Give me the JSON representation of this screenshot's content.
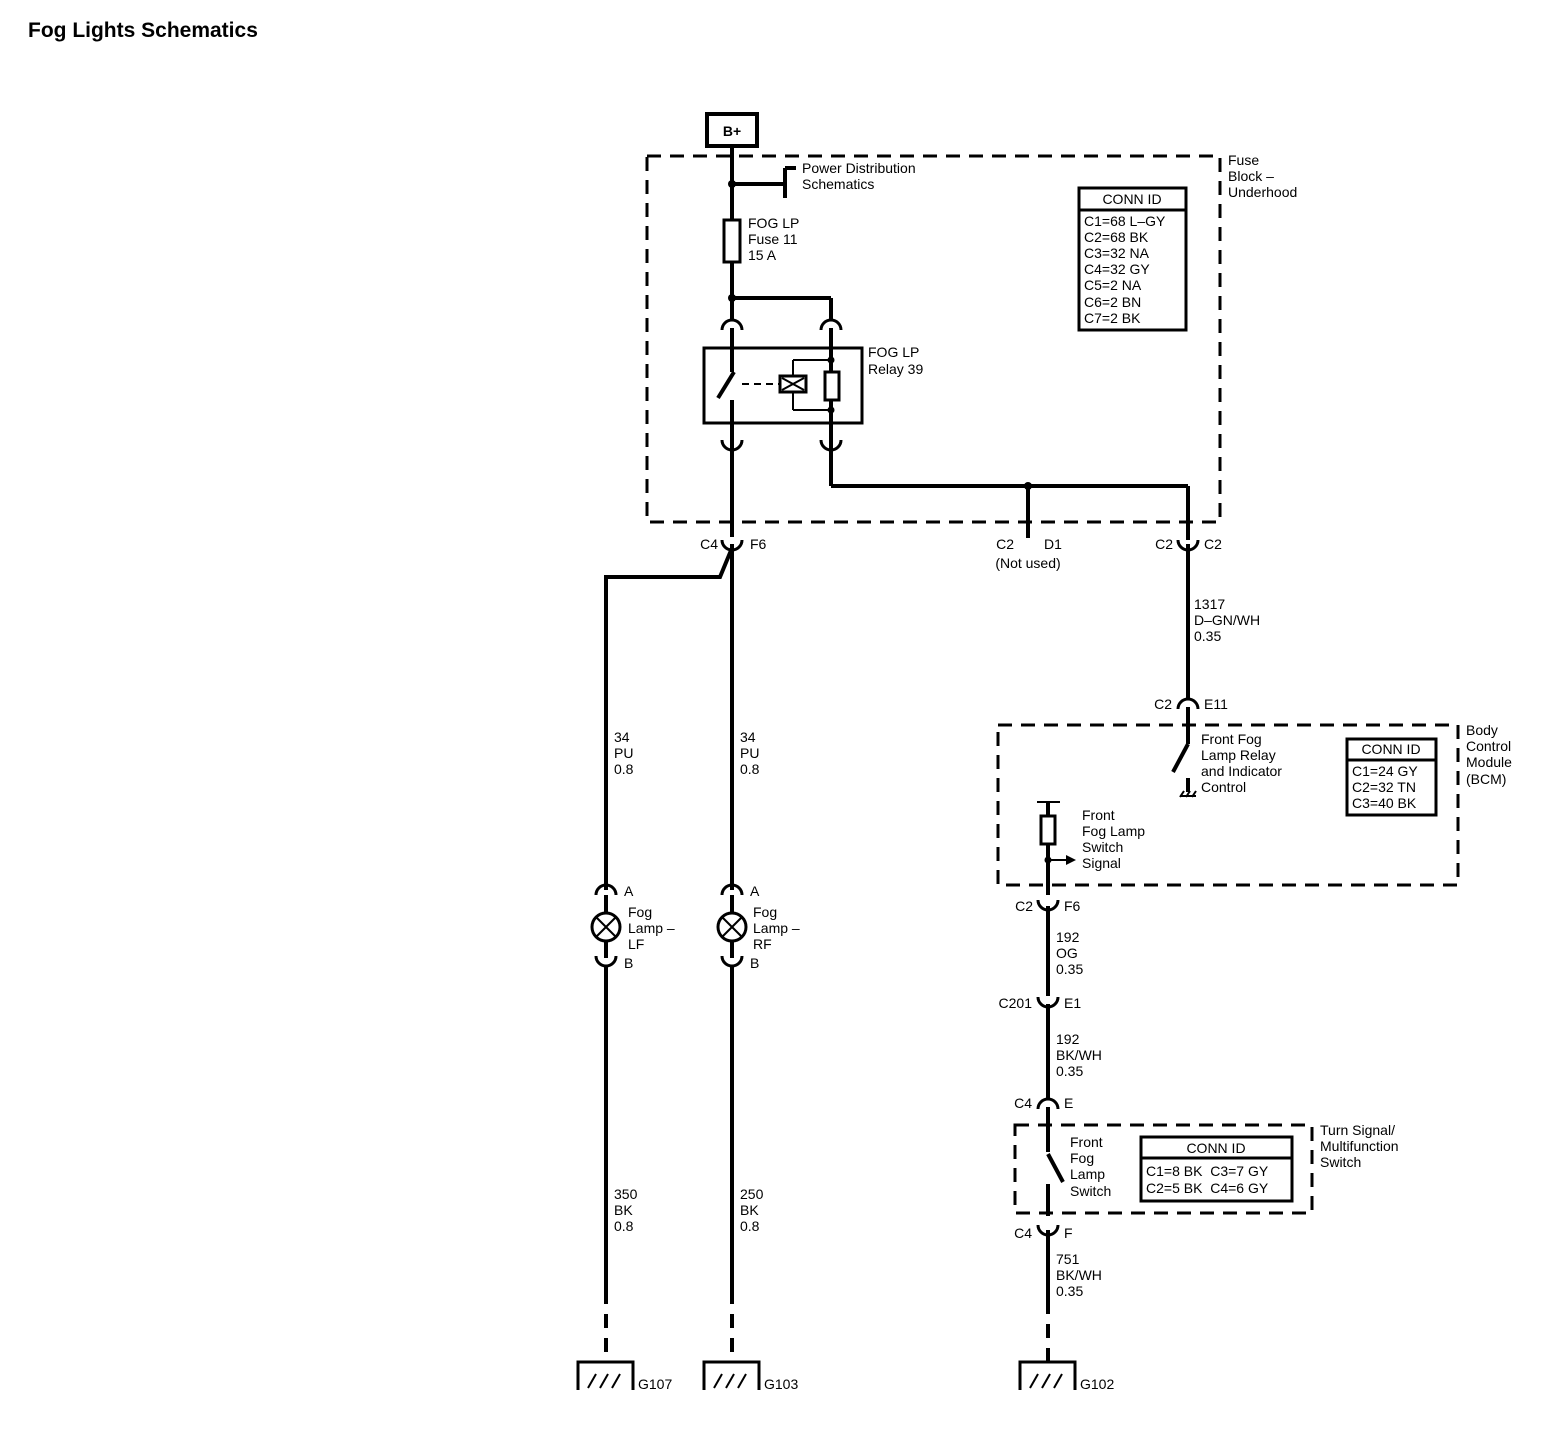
{
  "title": "Fog Lights Schematics",
  "b_plus": "B+",
  "power_distribution": [
    "Power Distribution",
    "Schematics"
  ],
  "fuse_block": {
    "label": [
      "Fuse",
      "Block –",
      "Underhood"
    ],
    "conn_title": "CONN ID",
    "conn_rows": [
      "C1=68 L–GY",
      "C2=68 BK",
      "C3=32 NA",
      "C4=32 GY",
      "C5=2 NA",
      "C6=2 BN",
      "C7=2 BK"
    ]
  },
  "fuse": [
    "FOG LP",
    "Fuse 11",
    "15 A"
  ],
  "relay": [
    "FOG LP",
    "Relay 39"
  ],
  "connectors": {
    "c4_f6_left": "C4",
    "c4_f6_right": "F6",
    "c2_d1_left": "C2",
    "c2_d1_right": "D1",
    "not_used": "(Not used)",
    "c2_c2_left": "C2",
    "c2_c2_right": "C2",
    "c2_e11_left": "C2",
    "c2_e11_right": "E11",
    "c2_f6_left": "C2",
    "c2_f6_right": "F6",
    "c201_left": "C201",
    "c201_right": "E1",
    "c4_e_left": "C4",
    "c4_e_right": "E",
    "c4_f_left": "C4",
    "c4_f_right": "F"
  },
  "wires": {
    "w1317": [
      "1317",
      "D–GN/WH",
      "0.35"
    ],
    "w34_left": [
      "34",
      "PU",
      "0.8"
    ],
    "w34_right": [
      "34",
      "PU",
      "0.8"
    ],
    "w350": [
      "350",
      "BK",
      "0.8"
    ],
    "w250": [
      "250",
      "BK",
      "0.8"
    ],
    "w192_og": [
      "192",
      "OG",
      "0.35"
    ],
    "w192_bk": [
      "192",
      "BK/WH",
      "0.35"
    ],
    "w751": [
      "751",
      "BK/WH",
      "0.35"
    ]
  },
  "bcm": {
    "label": [
      "Body",
      "Control",
      "Module",
      "(BCM)"
    ],
    "conn_title": "CONN ID",
    "conn_rows": [
      "C1=24 GY",
      "C2=32 TN",
      "C3=40 BK"
    ],
    "relay_control": [
      "Front Fog",
      "Lamp Relay",
      "and Indicator",
      "Control"
    ],
    "switch_signal": [
      "Front",
      "Fog Lamp",
      "Switch",
      "Signal"
    ]
  },
  "lamps": {
    "lf_pin_a": "A",
    "lf_pin_b": "B",
    "lf_label": [
      "Fog",
      "Lamp –",
      "LF"
    ],
    "rf_pin_a": "A",
    "rf_pin_b": "B",
    "rf_label": [
      "Fog",
      "Lamp –",
      "RF"
    ]
  },
  "turn_switch": {
    "label": [
      "Turn Signal/",
      "Multifunction",
      "Switch"
    ],
    "switch_label": [
      "Front",
      "Fog",
      "Lamp",
      "Switch"
    ],
    "conn_title": "CONN ID",
    "conn_rows": [
      "C1=8 BK  C3=7 GY",
      "C2=5 BK  C4=6 GY"
    ]
  },
  "grounds": {
    "g107": "G107",
    "g103": "G103",
    "g102": "G102"
  }
}
